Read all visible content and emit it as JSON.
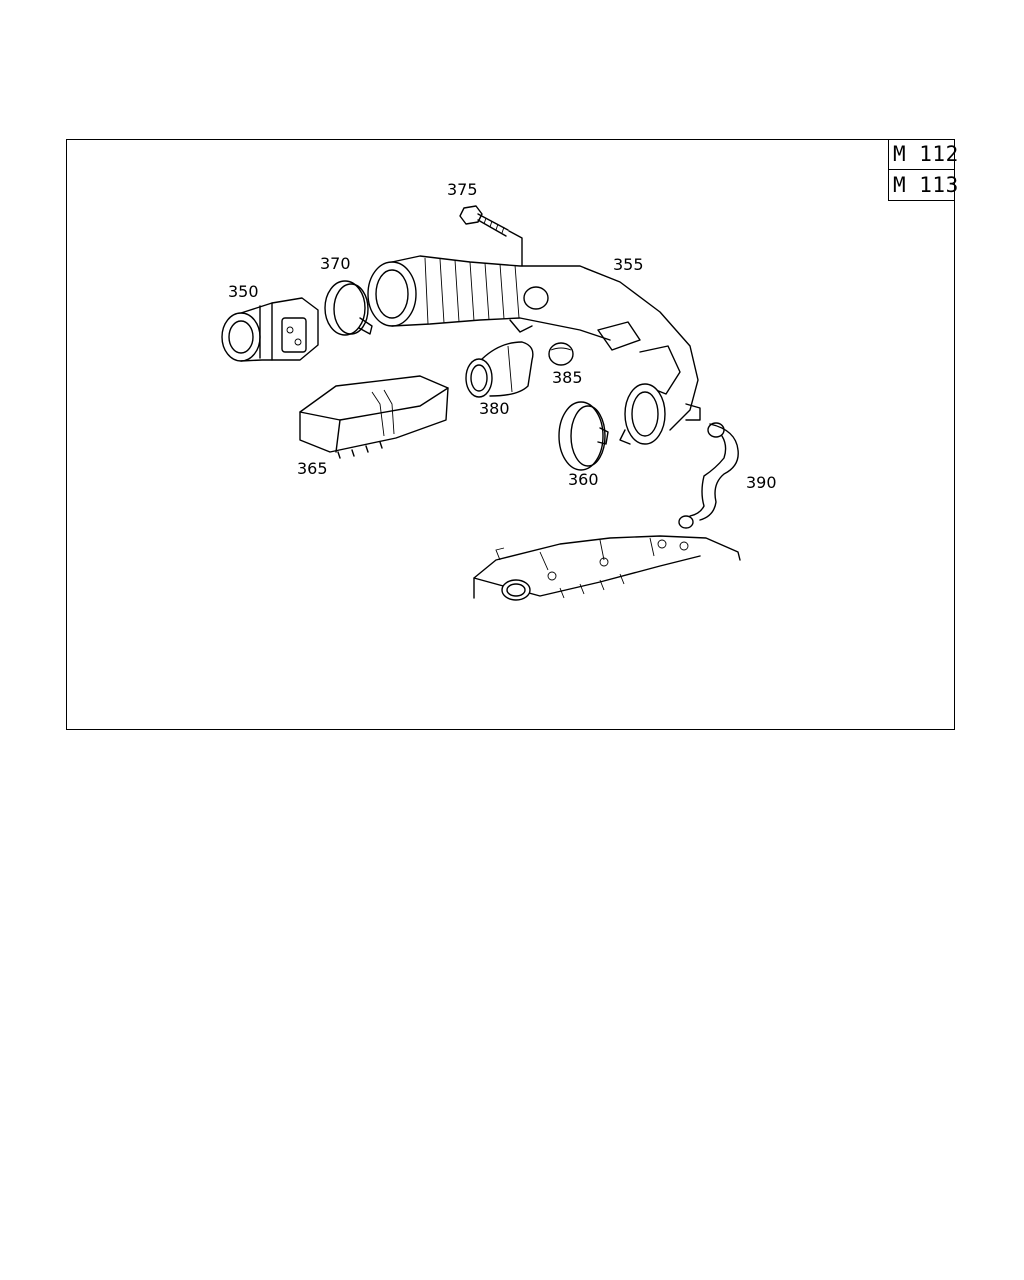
{
  "engine_codes": [
    "M 112",
    "M 113"
  ],
  "callouts": {
    "p350": "350",
    "p355": "355",
    "p360": "360",
    "p365": "365",
    "p370": "370",
    "p375": "375",
    "p380": "380",
    "p385": "385",
    "p390": "390"
  }
}
